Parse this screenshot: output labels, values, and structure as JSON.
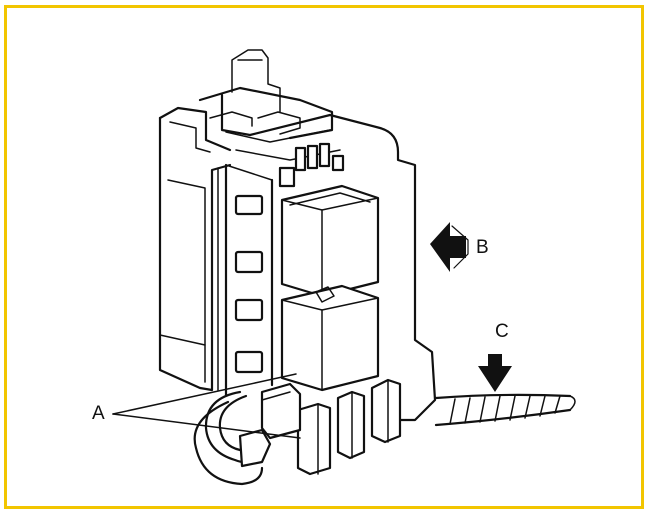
{
  "frame": {
    "border_color": "#f2c500"
  },
  "callouts": {
    "a": "A",
    "b": "B",
    "c": "C"
  },
  "icons": {
    "arrow_b": "arrow-left-icon",
    "arrow_c": "arrow-down-icon"
  }
}
